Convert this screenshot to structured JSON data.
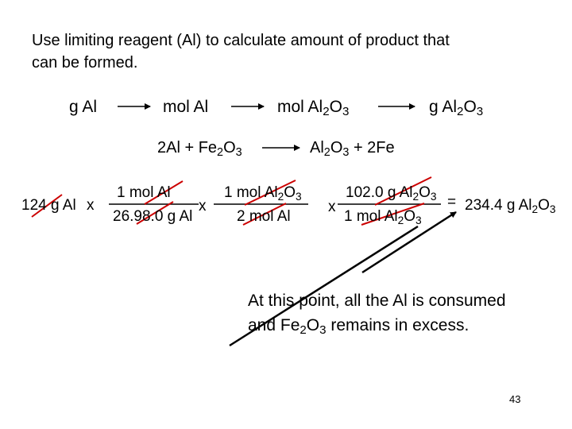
{
  "title": {
    "line1": "Use limiting reagent (Al) to calculate amount of product that",
    "line2": "can be formed."
  },
  "flow": {
    "step1": "g Al",
    "step2": "mol Al",
    "step3_main": "mol Al",
    "step3_sub1": "2",
    "step3_mid": "O",
    "step3_sub2": "3",
    "step4_main": "g Al",
    "step4_sub1": "2",
    "step4_mid": "O",
    "step4_sub2": "3"
  },
  "equation": {
    "left_a": "2Al + Fe",
    "left_sub1": "2",
    "left_b": "O",
    "left_sub2": "3",
    "right_a": "Al",
    "right_sub1": "2",
    "right_b": "O",
    "right_sub2": "3",
    "right_c": " + 2Fe"
  },
  "calc": {
    "start": "124 g Al",
    "x1": "x",
    "f1_num": "1 mol Al",
    "f1_den": "26.98.0 g Al",
    "x2": "x",
    "f2_num_a": "1 mol Al",
    "f2_num_sub1": "2",
    "f2_num_b": "O",
    "f2_num_sub2": "3",
    "f2_den": "2 mol Al",
    "x3": "x",
    "f3_num_a": "102.0 g Al",
    "f3_num_sub1": "2",
    "f3_num_b": "O",
    "f3_num_sub2": "3",
    "f3_den_a": "1 mol Al",
    "f3_den_sub1": "2",
    "f3_den_b": "O",
    "f3_den_sub2": "3",
    "equals": "=",
    "result_a": "234.4 g Al",
    "result_sub1": "2",
    "result_b": "O",
    "result_sub2": "3"
  },
  "note": {
    "line1": "At this point, all the Al is consumed",
    "line2_a": "and Fe",
    "line2_sub1": "2",
    "line2_b": "O",
    "line2_sub2": "3",
    "line2_c": " remains in excess."
  },
  "page_number": "43",
  "colors": {
    "text": "#000000",
    "strike": "#cc0000",
    "background": "#ffffff"
  }
}
